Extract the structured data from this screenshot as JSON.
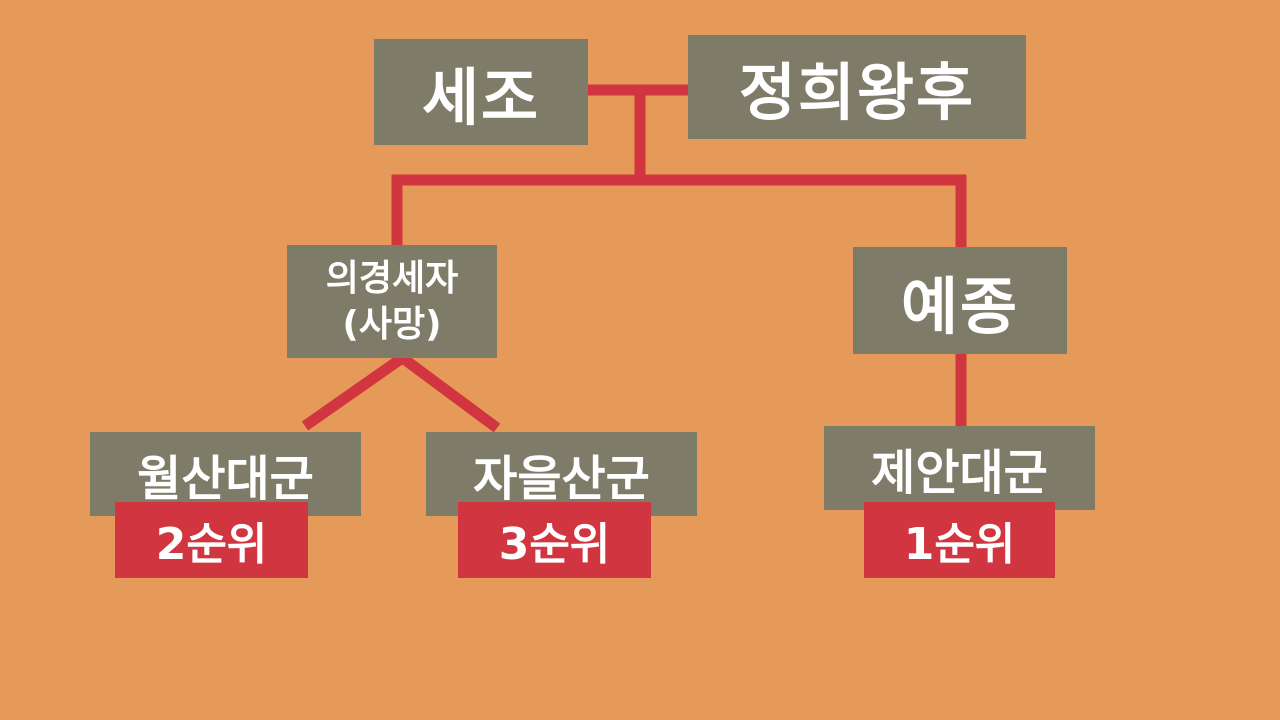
{
  "colors": {
    "background": "#E69A5A",
    "box": "#7E7B68",
    "line": "#D1353F",
    "rank": "#D1353F",
    "text": "#FFFFFF"
  },
  "people": {
    "sejo": "세조",
    "queen": "정희왕후",
    "uigyeong": {
      "line1": "의경세자",
      "line2": "(사망)"
    },
    "yejong": "예종",
    "wolsan": "월산대군",
    "jaeul": "자을산군",
    "jean": "제안대군"
  },
  "ranks": {
    "wolsan": "2순위",
    "jaeul": "3순위",
    "jean": "1순위"
  }
}
